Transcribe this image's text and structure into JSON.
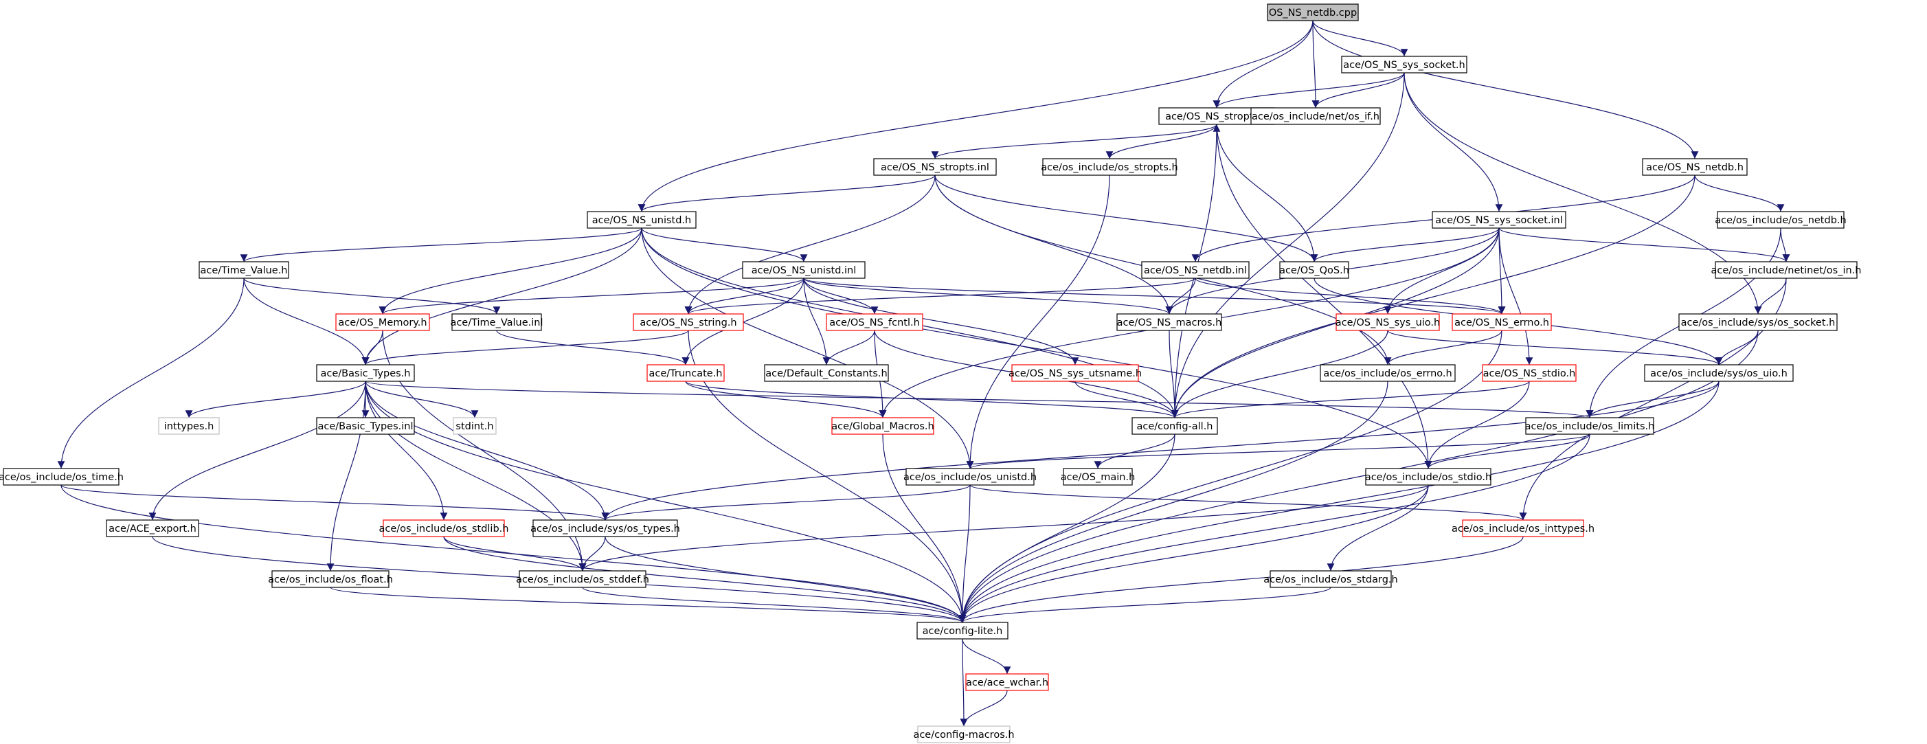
{
  "colors": {
    "root_fill": "#bfbfbf",
    "node_fill": "#ffffff",
    "border_black": "#000000",
    "border_red": "#ff0000",
    "border_gray": "#bfbfbf",
    "edge": "#191970",
    "edge_dashed": "#483d8b"
  },
  "graph": {
    "nodes": [
      {
        "id": "n0",
        "label": "OS_NS_netdb.cpp",
        "style": "root"
      },
      {
        "id": "n1",
        "label": "ace/OS_NS_sys_socket.h",
        "style": "black"
      },
      {
        "id": "n2",
        "label": "ace/OS_NS_stropts.h",
        "style": "black"
      },
      {
        "id": "n3",
        "label": "ace/os_include/net/os_if.h",
        "style": "black"
      },
      {
        "id": "n4",
        "label": "ace/OS_NS_netdb.h",
        "style": "black"
      },
      {
        "id": "n5",
        "label": "ace/OS_NS_stropts.inl",
        "style": "black"
      },
      {
        "id": "n6",
        "label": "ace/os_include/os_stropts.h",
        "style": "black"
      },
      {
        "id": "n7",
        "label": "ace/OS_NS_unistd.h",
        "style": "black"
      },
      {
        "id": "n8",
        "label": "ace/OS_NS_sys_socket.inl",
        "style": "black"
      },
      {
        "id": "n9",
        "label": "ace/os_include/os_netdb.h",
        "style": "black"
      },
      {
        "id": "n10",
        "label": "ace/Time_Value.h",
        "style": "black"
      },
      {
        "id": "n11",
        "label": "ace/OS_NS_unistd.inl",
        "style": "black"
      },
      {
        "id": "n12",
        "label": "ace/OS_NS_netdb.inl",
        "style": "black"
      },
      {
        "id": "n13",
        "label": "ace/OS_QoS.h",
        "style": "black"
      },
      {
        "id": "n14",
        "label": "ace/os_include/netinet/os_in.h",
        "style": "black"
      },
      {
        "id": "n15",
        "label": "ace/OS_Memory.h",
        "style": "red"
      },
      {
        "id": "n16",
        "label": "ace/Time_Value.inl",
        "style": "black"
      },
      {
        "id": "n17",
        "label": "ace/OS_NS_string.h",
        "style": "red"
      },
      {
        "id": "n18",
        "label": "ace/OS_NS_fcntl.h",
        "style": "red"
      },
      {
        "id": "n19",
        "label": "ace/OS_NS_macros.h",
        "style": "black"
      },
      {
        "id": "n20",
        "label": "ace/OS_NS_sys_uio.h",
        "style": "red"
      },
      {
        "id": "n21",
        "label": "ace/OS_NS_errno.h",
        "style": "red"
      },
      {
        "id": "n22",
        "label": "ace/os_include/sys/os_socket.h",
        "style": "black"
      },
      {
        "id": "n23",
        "label": "ace/Basic_Types.h",
        "style": "black"
      },
      {
        "id": "n24",
        "label": "ace/Truncate.h",
        "style": "red"
      },
      {
        "id": "n25",
        "label": "ace/Default_Constants.h",
        "style": "black"
      },
      {
        "id": "n26",
        "label": "ace/OS_NS_sys_utsname.h",
        "style": "red"
      },
      {
        "id": "n27",
        "label": "ace/os_include/os_errno.h",
        "style": "black"
      },
      {
        "id": "n28",
        "label": "ace/OS_NS_stdio.h",
        "style": "red"
      },
      {
        "id": "n29",
        "label": "ace/os_include/sys/os_uio.h",
        "style": "black"
      },
      {
        "id": "n30",
        "label": "inttypes.h",
        "style": "gray"
      },
      {
        "id": "n31",
        "label": "ace/Basic_Types.inl",
        "style": "black"
      },
      {
        "id": "n32",
        "label": "stdint.h",
        "style": "gray"
      },
      {
        "id": "n33",
        "label": "ace/Global_Macros.h",
        "style": "red"
      },
      {
        "id": "n34",
        "label": "ace/config-all.h",
        "style": "black"
      },
      {
        "id": "n35",
        "label": "ace/os_include/os_limits.h",
        "style": "black"
      },
      {
        "id": "n36",
        "label": "ace/os_include/os_time.h",
        "style": "black"
      },
      {
        "id": "n37",
        "label": "ace/os_include/os_unistd.h",
        "style": "black"
      },
      {
        "id": "n38",
        "label": "ace/OS_main.h",
        "style": "black"
      },
      {
        "id": "n39",
        "label": "ace/os_include/os_stdio.h",
        "style": "black"
      },
      {
        "id": "n40",
        "label": "ace/ACE_export.h",
        "style": "black"
      },
      {
        "id": "n41",
        "label": "ace/os_include/os_stdlib.h",
        "style": "red"
      },
      {
        "id": "n42",
        "label": "ace/os_include/sys/os_types.h",
        "style": "black"
      },
      {
        "id": "n43",
        "label": "ace/os_include/os_inttypes.h",
        "style": "red"
      },
      {
        "id": "n44",
        "label": "ace/os_include/os_float.h",
        "style": "black"
      },
      {
        "id": "n45",
        "label": "ace/os_include/os_stddef.h",
        "style": "black"
      },
      {
        "id": "n46",
        "label": "ace/os_include/os_stdarg.h",
        "style": "black"
      },
      {
        "id": "n47",
        "label": "ace/config-lite.h",
        "style": "black"
      },
      {
        "id": "n48",
        "label": "ace/ace_wchar.h",
        "style": "red"
      },
      {
        "id": "n49",
        "label": "ace/config-macros.h",
        "style": "gray"
      }
    ],
    "edges": [
      [
        "n0",
        "n1"
      ],
      [
        "n0",
        "n2"
      ],
      [
        "n0",
        "n3"
      ],
      [
        "n0",
        "n4"
      ],
      [
        "n0",
        "n7"
      ],
      [
        "n1",
        "n2"
      ],
      [
        "n1",
        "n3"
      ],
      [
        "n1",
        "n8"
      ],
      [
        "n1",
        "n22"
      ],
      [
        "n1",
        "n34"
      ],
      [
        "n2",
        "n5"
      ],
      [
        "n2",
        "n6"
      ],
      [
        "n2",
        "n34"
      ],
      [
        "n2",
        "n39"
      ],
      [
        "n5",
        "n7"
      ],
      [
        "n5",
        "n13"
      ],
      [
        "n5",
        "n17"
      ],
      [
        "n5",
        "n19"
      ],
      [
        "n5",
        "n27"
      ],
      [
        "n6",
        "n37"
      ],
      [
        "n7",
        "n10"
      ],
      [
        "n7",
        "n11"
      ],
      [
        "n7",
        "n15"
      ],
      [
        "n7",
        "n23"
      ],
      [
        "n7",
        "n34"
      ],
      [
        "n7",
        "n37"
      ],
      [
        "n7",
        "n39"
      ],
      [
        "n4",
        "n12"
      ],
      [
        "n4",
        "n9"
      ],
      [
        "n4",
        "n34"
      ],
      [
        "n8",
        "n13"
      ],
      [
        "n8",
        "n14"
      ],
      [
        "n8",
        "n19"
      ],
      [
        "n8",
        "n20"
      ],
      [
        "n8",
        "n21"
      ],
      [
        "n8",
        "n28"
      ],
      [
        "n8",
        "n33"
      ],
      [
        "n8",
        "n34"
      ],
      [
        "n9",
        "n14"
      ],
      [
        "n9",
        "n35"
      ],
      [
        "n10",
        "n16"
      ],
      [
        "n10",
        "n23"
      ],
      [
        "n10",
        "n36"
      ],
      [
        "n11",
        "n15"
      ],
      [
        "n11",
        "n17"
      ],
      [
        "n11",
        "n18"
      ],
      [
        "n11",
        "n19"
      ],
      [
        "n11",
        "n21"
      ],
      [
        "n11",
        "n24"
      ],
      [
        "n11",
        "n25"
      ],
      [
        "n11",
        "n26"
      ],
      [
        "n12",
        "n17"
      ],
      [
        "n12",
        "n19"
      ],
      [
        "n12",
        "n21"
      ],
      [
        "n13",
        "n2"
      ],
      [
        "n13",
        "n29"
      ],
      [
        "n14",
        "n22"
      ],
      [
        "n14",
        "n43"
      ],
      [
        "n15",
        "n23"
      ],
      [
        "n15",
        "n45"
      ],
      [
        "n16",
        "n24"
      ],
      [
        "n17",
        "n23"
      ],
      [
        "n17",
        "n47"
      ],
      [
        "n18",
        "n25"
      ],
      [
        "n18",
        "n33"
      ],
      [
        "n18",
        "n34"
      ],
      [
        "n19",
        "n34"
      ],
      [
        "n20",
        "n34"
      ],
      [
        "n20",
        "n29"
      ],
      [
        "n21",
        "n27"
      ],
      [
        "n21",
        "n47"
      ],
      [
        "n22",
        "n29"
      ],
      [
        "n22",
        "n47"
      ],
      [
        "n23",
        "n30"
      ],
      [
        "n23",
        "n31"
      ],
      [
        "n23",
        "n32"
      ],
      [
        "n23",
        "n35"
      ],
      [
        "n23",
        "n40"
      ],
      [
        "n23",
        "n41"
      ],
      [
        "n23",
        "n42"
      ],
      [
        "n23",
        "n44"
      ],
      [
        "n23",
        "n45"
      ],
      [
        "n23",
        "n47"
      ],
      [
        "n24",
        "n33"
      ],
      [
        "n24",
        "n34"
      ],
      [
        "n26",
        "n34"
      ],
      [
        "n27",
        "n47"
      ],
      [
        "n28",
        "n34"
      ],
      [
        "n28",
        "n39"
      ],
      [
        "n29",
        "n35"
      ],
      [
        "n29",
        "n42"
      ],
      [
        "n29",
        "n47"
      ],
      [
        "n33",
        "n47"
      ],
      [
        "n34",
        "n38"
      ],
      [
        "n34",
        "n47"
      ],
      [
        "n35",
        "n37"
      ],
      [
        "n35",
        "n39"
      ],
      [
        "n35",
        "n47"
      ],
      [
        "n36",
        "n42"
      ],
      [
        "n36",
        "n47"
      ],
      [
        "n37",
        "n42"
      ],
      [
        "n37",
        "n43"
      ],
      [
        "n37",
        "n47"
      ],
      [
        "n39",
        "n45"
      ],
      [
        "n39",
        "n46"
      ],
      [
        "n39",
        "n47"
      ],
      [
        "n40",
        "n47"
      ],
      [
        "n41",
        "n45"
      ],
      [
        "n41",
        "n47"
      ],
      [
        "n42",
        "n45"
      ],
      [
        "n42",
        "n47"
      ],
      [
        "n43",
        "n47"
      ],
      [
        "n44",
        "n47"
      ],
      [
        "n45",
        "n47"
      ],
      [
        "n46",
        "n47"
      ],
      [
        "n47",
        "n48"
      ],
      [
        "n47",
        "n49"
      ],
      [
        "n48",
        "n49"
      ]
    ]
  }
}
